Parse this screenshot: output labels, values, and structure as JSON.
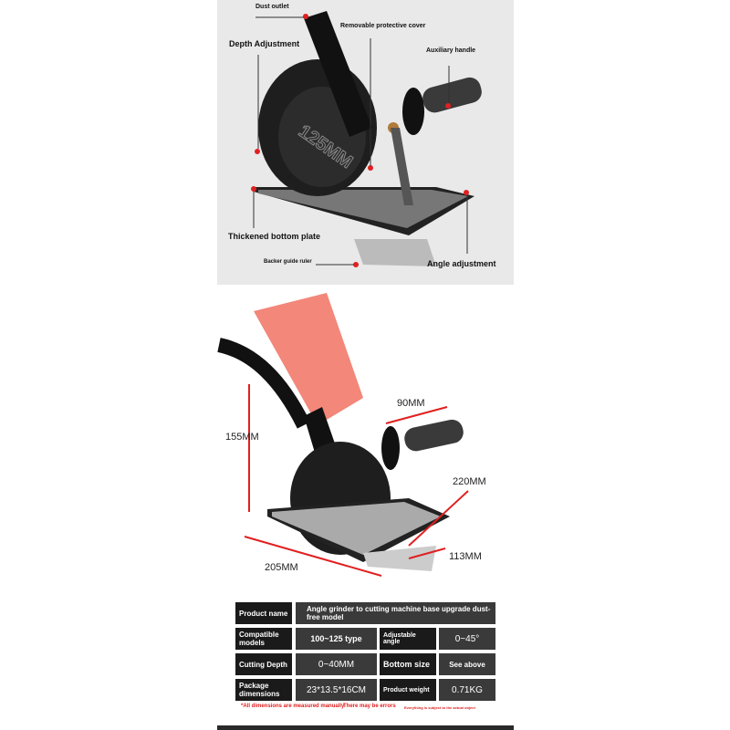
{
  "callouts": {
    "dust_outlet": "Dust outlet",
    "protective_cover": "Removable protective cover",
    "depth_adjustment": "Depth Adjustment",
    "auxiliary_handle": "Auxiliary handle",
    "bottom_plate": "Thickened bottom plate",
    "guide_ruler": "Backer guide ruler",
    "angle_adjustment": "Angle adjustment",
    "cover_marking": "125MM"
  },
  "dimensions": {
    "height": "155MM",
    "handle": "90MM",
    "length": "220MM",
    "width": "113MM",
    "depth": "205MM"
  },
  "specs": {
    "product_name_label": "Product name",
    "product_name": "Angle grinder to cutting machine base upgrade dust-free model",
    "models_label": "Compatible models",
    "models": "100~125 type",
    "angle_label": "Adjustable angle",
    "angle": "0~45°",
    "depth_label": "Cutting Depth",
    "depth": "0~40MM",
    "bottom_label": "Bottom size",
    "bottom": "See above",
    "package_label": "Package dimensions",
    "package": "23*13.5*16CM",
    "weight_label": "Product weight",
    "weight": "0.71KG"
  },
  "notes": [
    "*All dimensions are measured manually",
    "There may be errors",
    "Everything is subject to the actual object"
  ],
  "colors": {
    "accent": "#e02020",
    "cell": "#3a3a3a",
    "header": "#1a1a1a"
  }
}
